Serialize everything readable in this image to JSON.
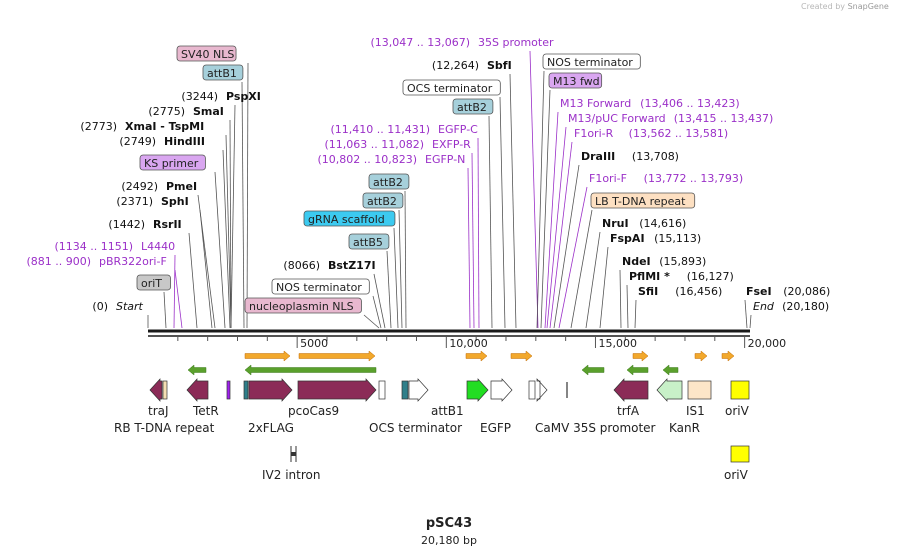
{
  "branding": {
    "created_by": "Created by",
    "product": "SnapGene"
  },
  "map": {
    "name": "pSC43",
    "size_label": "20,180 bp",
    "length": 20180
  },
  "ruler": {
    "ticks": [
      "5000",
      "10,000",
      "15,000",
      "20,000"
    ]
  },
  "labels": [
    {
      "name": "SV40 NLS",
      "box": "pink"
    },
    {
      "name": "attB1",
      "box": "teal"
    },
    {
      "pos": "(3244)",
      "name": "PspXI",
      "bold": true
    },
    {
      "pos": "(2775)",
      "name": "SmaI",
      "bold": true
    },
    {
      "pos": "(2773)",
      "name": "XmaI",
      "name2": "- TspMI",
      "bold": true
    },
    {
      "pos": "(2749)",
      "name": "HindIII",
      "bold": true
    },
    {
      "name": "KS primer",
      "box": "purple"
    },
    {
      "pos": "(2492)",
      "name": "PmeI",
      "bold": true
    },
    {
      "pos": "(2371)",
      "name": "SphI",
      "bold": true
    },
    {
      "pos": "(1442)",
      "name": "RsrII",
      "bold": true
    },
    {
      "pos": "(1134 .. 1151)",
      "name": "L4440",
      "primer": true
    },
    {
      "pos": "(881 .. 900)",
      "name": "pBR322ori-F",
      "primer": true
    },
    {
      "name": "oriT",
      "box": "grey"
    },
    {
      "pos": "(0)",
      "name": "Start",
      "italic": true
    },
    {
      "pos": "(13,047 .. 13,067)",
      "name": "35S promoter",
      "primer": true
    },
    {
      "pos": "(12,264)",
      "name": "SbfI",
      "bold": true
    },
    {
      "name": "OCS terminator",
      "box": "white"
    },
    {
      "name": "attB2",
      "box": "teal"
    },
    {
      "pos": "(11,410 .. 11,431)",
      "name": "EGFP-C",
      "primer": true
    },
    {
      "pos": "(11,063 .. 11,082)",
      "name": "EXFP-R",
      "primer": true
    },
    {
      "pos": "(10,802 .. 10,823)",
      "name": "EGFP-N",
      "primer": true
    },
    {
      "name": "attB2",
      "box": "teal"
    },
    {
      "name": "attB2",
      "box": "teal"
    },
    {
      "name": "gRNA scaffold",
      "box": "cyan"
    },
    {
      "name": "attB5",
      "box": "teal"
    },
    {
      "pos": "(8066)",
      "name": "BstZ17I",
      "bold": true
    },
    {
      "name": "NOS terminator",
      "box": "white"
    },
    {
      "name": "nucleoplasmin NLS",
      "box": "pink"
    },
    {
      "name": "NOS terminator",
      "box": "white"
    },
    {
      "name": "M13 fwd",
      "box": "purple"
    },
    {
      "name": "M13 Forward",
      "pos": "(13,406 .. 13,423)",
      "primer": true
    },
    {
      "name": "M13/pUC Forward",
      "pos": "(13,415 .. 13,437)",
      "primer": true
    },
    {
      "name": "F1ori-R",
      "pos": "(13,562 .. 13,581)",
      "primer": true
    },
    {
      "name": "DraIII",
      "pos": "(13,708)",
      "bold": true
    },
    {
      "name": "F1ori-F",
      "pos": "(13,772 .. 13,793)",
      "primer": true
    },
    {
      "name": "LB T-DNA repeat",
      "box": "peach"
    },
    {
      "name": "NruI",
      "pos": "(14,616)",
      "bold": true
    },
    {
      "name": "FspAI",
      "pos": "(15,113)",
      "bold": true
    },
    {
      "name": "NdeI",
      "pos": "(15,893)",
      "bold": true
    },
    {
      "name": "PflMI",
      "name2": "*",
      "pos": "(16,127)",
      "bold": true
    },
    {
      "name": "SfiI",
      "pos": "(16,456)",
      "bold": true
    },
    {
      "name": "FseI",
      "pos": "(20,086)",
      "bold": true
    },
    {
      "name": "End",
      "pos": "(20,180)",
      "italic": true
    }
  ],
  "features": [
    {
      "name": "traJ",
      "color": "#8b2b57",
      "dir": "left"
    },
    {
      "name": "RB T-DNA repeat",
      "color": "#f5deb3"
    },
    {
      "name": "TetR",
      "color": "#8b2b57",
      "dir": "left"
    },
    {
      "name": "2xFLAG",
      "color": "#a020f0"
    },
    {
      "name": "pcoCas9",
      "color": "#8b2b57",
      "dir": "right"
    },
    {
      "name": "OCS terminator",
      "color": "#ffffff"
    },
    {
      "name": "attB1",
      "color": "#2f7f8a"
    },
    {
      "name": "EGFP",
      "color": "#22dd22",
      "dir": "right"
    },
    {
      "name": "CaMV 35S promoter",
      "color": "#ffffff"
    },
    {
      "name": "trfA",
      "color": "#8b2b57",
      "dir": "left"
    },
    {
      "name": "KanR",
      "color": "#c8f0c8",
      "dir": "left"
    },
    {
      "name": "IS1",
      "color": "#fde5c8"
    },
    {
      "name": "oriV",
      "color": "#ffff00"
    },
    {
      "name": "IV2 intron",
      "color": "#ffffff"
    },
    {
      "name": "oriV",
      "color": "#ffff00"
    }
  ],
  "colors": {
    "backbone": "#1a1a1a",
    "primer": "#9b30c8",
    "orf_arrow": "#f2a82c",
    "green_arrow": "#5aa02c",
    "box_pink": "#e8b8cf",
    "box_teal": "#a6d0db",
    "box_purple": "#d9a6f0",
    "box_grey": "#c8c8c8",
    "box_cyan": "#3ccaf0",
    "box_peach": "#fde0c2"
  }
}
